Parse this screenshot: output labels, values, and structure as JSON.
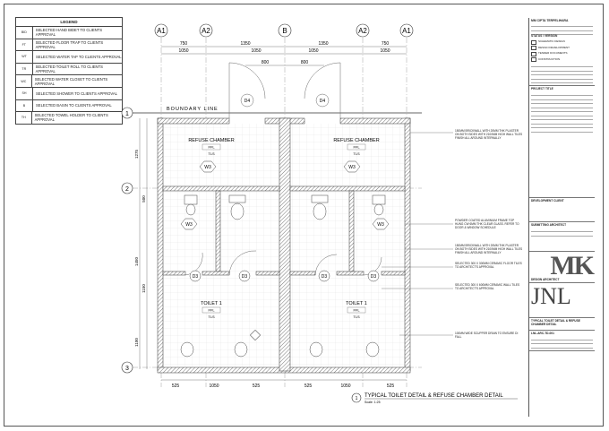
{
  "legend": {
    "title": "LEGEND",
    "items": [
      {
        "code": "BID",
        "text": "SELECTED HAND BIDET TO CLIENTS APPROVAL"
      },
      {
        "code": "FT",
        "text": "SELECTED FLOOR TRAP TO CLIENTS APPROVAL"
      },
      {
        "code": "WT",
        "text": "SELECTED WATER TAP TO CLIENTS APPROVAL"
      },
      {
        "code": "TR",
        "text": "SELECTED TOILET ROLL TO CLIENTS APPROVAL"
      },
      {
        "code": "WC",
        "text": "SELECTED WATER CLOSET TO CLIENTS APPROVAL"
      },
      {
        "code": "SH",
        "text": "SELECTED SHOWER TO CLIENTS APPROVAL"
      },
      {
        "code": "B",
        "text": "SELECTED BASIN TO CLIENTS APPROVAL"
      },
      {
        "code": "TH",
        "text": "SELECTED TOWEL HOLDER TO CLIENTS APPROVAL"
      }
    ]
  },
  "grid": {
    "columns": [
      "A1",
      "A2",
      "B",
      "A2",
      "A1"
    ],
    "rows": [
      "1",
      "2",
      "3"
    ],
    "top_dims_1": [
      "750",
      "1350",
      "1350",
      "750"
    ],
    "top_dims_2": [
      "1050",
      "1050",
      "1050",
      "1050"
    ],
    "top_dims_3": [
      "800",
      "800"
    ],
    "bottom_dims": [
      "525",
      "1050",
      "525",
      "525",
      "1050",
      "525"
    ],
    "left_dims": [
      "1275",
      "500",
      "1450",
      "1150",
      "1100"
    ],
    "boundary_line": "BOUNDARY LINE"
  },
  "rooms": [
    {
      "name": "REFUSE CHAMBER",
      "fl": "FFL",
      "lvl": "TLS"
    },
    {
      "name": "REFUSE CHAMBER",
      "fl": "FFL",
      "lvl": "TLS"
    },
    {
      "name": "TOILET 1",
      "fl": "FFL",
      "lvl": "TLS"
    },
    {
      "name": "TOILET 1",
      "fl": "FFL",
      "lvl": "TLS"
    }
  ],
  "door_tags": [
    "D4",
    "D4",
    "D3",
    "D3",
    "D3",
    "D3"
  ],
  "window_tags": [
    "W3",
    "W3",
    "W3",
    "W3"
  ],
  "notes": [
    "150MM BRICKWALL WITH 20MM THK PLASTER ON BOTH SIDES WITH 2100MM HIGH WALL TILES FINISH ALL AROUND INTERNALLY",
    "POWDER COATED ALUMINIUM FRAME TOP HUNG CW 6MM THK CLEAR GLASS. REFER TO DOOR & WINDOW SCHEDULE",
    "150MM BRICKWALL WITH 20MM THK PLASTER ON BOTH SIDES WITH 2100MM HIGH WALL TILES FINISH ALL AROUND INTERNALLY",
    "SELECTED 300 X 300MM CERAMIC FLOOR TILES TO ARCHITECT'S APPROVAL",
    "SELECTED 300 X 600MM CERAMIC WALL TILES TO ARCHITECT'S APPROVAL",
    "100mm WIDE SCUPPER DRAIN TO ENSURE DI FALL"
  ],
  "caption": {
    "number": "1",
    "title": "TYPICAL TOILET DETAIL & REFUSE CHAMBER DETAIL",
    "scale": "Scale: 1:25"
  },
  "title_block": {
    "firm": "MM CIPTA TERPELIHARA",
    "status_head": "STATUS / VERSION",
    "status": [
      "SCHEMATIC DESIGN",
      "DESIGN DEVELOPMENT",
      "TENDER DOCUMENTS",
      "CONSTRUCTION"
    ],
    "project_title_head": "PROJECT TITLE",
    "development_client": "DEVELOPMENT CLIENT",
    "submitting_architect": "SUBMITTING ARCHITECT",
    "design_architect": "DESIGN ARCHITECT",
    "logo1": "MK",
    "logo2": "JNL",
    "drawing_title": "TYPICAL TOILET DETAIL & REFUSE CHAMBER DETAIL",
    "drawing_no": "LNL-ARC-TD-001"
  },
  "colors": {
    "wall": "#9a9a9a",
    "line": "#333333"
  }
}
